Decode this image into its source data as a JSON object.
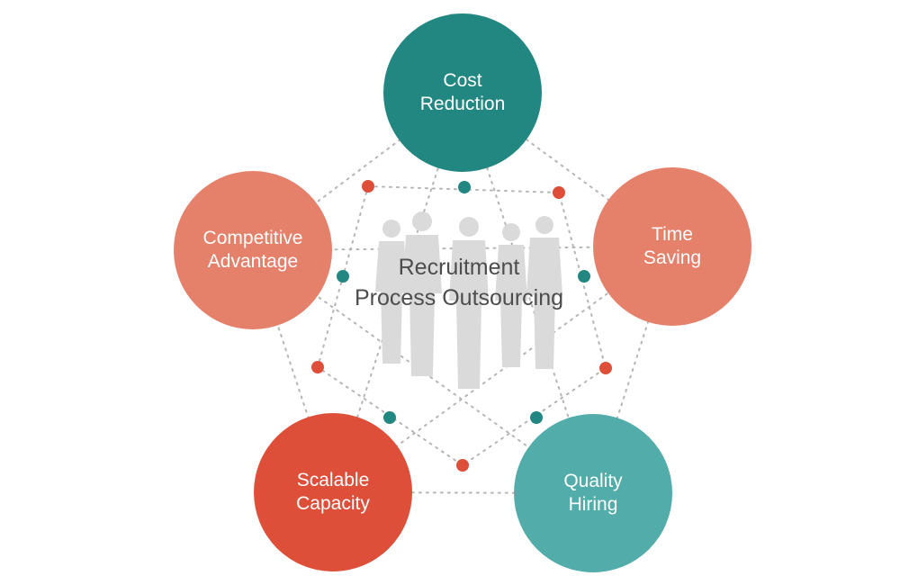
{
  "diagram": {
    "center": {
      "line1": "Recruitment",
      "line2": "Process Outsourcing"
    },
    "nodes": [
      {
        "line1": "Cost",
        "line2": "Reduction",
        "color": "#238781"
      },
      {
        "line1": "Time",
        "line2": "Saving",
        "color": "#e5806a"
      },
      {
        "line1": "Quality",
        "line2": "Hiring",
        "color": "#52adaa"
      },
      {
        "line1": "Scalable",
        "line2": "Capacity",
        "color": "#dd4f38"
      },
      {
        "line1": "Competitive",
        "line2": "Advantage",
        "color": "#e5806a"
      }
    ],
    "colors": {
      "dotted_line": "#b5b5b5",
      "teal_dot": "#238781",
      "orange_dot": "#dd4f38",
      "silhouette": "#d9d9d9"
    }
  }
}
